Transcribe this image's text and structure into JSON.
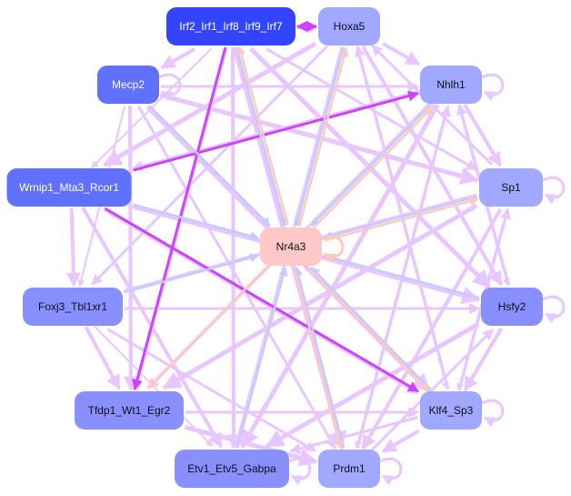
{
  "nodes": [
    {
      "id": "Irf2_Irf1_Irf8_Irf9_Irf7",
      "fill": "#3344ff",
      "text": "#ffffff"
    },
    {
      "id": "Hoxa5",
      "fill": "#a0a8ff",
      "text": "#111111"
    },
    {
      "id": "Mecp2",
      "fill": "#6070ff",
      "text": "#ffffff"
    },
    {
      "id": "Nhlh1",
      "fill": "#a0a8ff",
      "text": "#111111"
    },
    {
      "id": "Wrnip1_Mta3_Rcor1",
      "fill": "#6070ff",
      "text": "#ffffff"
    },
    {
      "id": "Sp1",
      "fill": "#a0a8ff",
      "text": "#111111"
    },
    {
      "id": "Nr4a3",
      "fill": "#ffc8c8",
      "text": "#111111"
    },
    {
      "id": "Foxj3_Tbl1xr1",
      "fill": "#8890ff",
      "text": "#111111"
    },
    {
      "id": "Hsfy2",
      "fill": "#8890ff",
      "text": "#111111"
    },
    {
      "id": "Tfdp1_Wt1_Egr2",
      "fill": "#8890ff",
      "text": "#111111"
    },
    {
      "id": "Klf4_Sp3",
      "fill": "#a0a8ff",
      "text": "#111111"
    },
    {
      "id": "Etv1_Etv5_Gabpa",
      "fill": "#8890ff",
      "text": "#111111"
    },
    {
      "id": "Prdm1",
      "fill": "#a0a8ff",
      "text": "#111111"
    }
  ],
  "edge_colors": {
    "default": "#e8c6ff",
    "strong": "#cc44ff",
    "blue": "#c4ccff",
    "salmon": "#ffcabc"
  },
  "special_edges": [
    [
      "Irf2_Irf1_Irf8_Irf9_Irf7",
      "Hoxa5",
      "strong"
    ],
    [
      "Hoxa5",
      "Irf2_Irf1_Irf8_Irf9_Irf7",
      "strong"
    ],
    [
      "Wrnip1_Mta3_Rcor1",
      "Nhlh1",
      "strong"
    ],
    [
      "Irf2_Irf1_Irf8_Irf9_Irf7",
      "Tfdp1_Wt1_Egr2",
      "strong"
    ],
    [
      "Wrnip1_Mta3_Rcor1",
      "Klf4_Sp3",
      "strong"
    ],
    [
      "Mecp2",
      "Nr4a3",
      "blue"
    ],
    [
      "Wrnip1_Mta3_Rcor1",
      "Nr4a3",
      "blue"
    ],
    [
      "Foxj3_Tbl1xr1",
      "Nr4a3",
      "blue"
    ],
    [
      "Hsfy2",
      "Nr4a3",
      "blue"
    ],
    [
      "Sp1",
      "Nr4a3",
      "blue"
    ],
    [
      "Nhlh1",
      "Nr4a3",
      "blue"
    ],
    [
      "Hoxa5",
      "Nr4a3",
      "blue"
    ],
    [
      "Etv1_Etv5_Gabpa",
      "Nr4a3",
      "blue"
    ],
    [
      "Klf4_Sp3",
      "Nr4a3",
      "blue"
    ],
    [
      "Prdm1",
      "Nr4a3",
      "blue"
    ],
    [
      "Irf2_Irf1_Irf8_Irf9_Irf7",
      "Nr4a3",
      "blue"
    ],
    [
      "Nr4a3",
      "Irf2_Irf1_Irf8_Irf9_Irf7",
      "salmon"
    ],
    [
      "Nr4a3",
      "Hoxa5",
      "salmon"
    ],
    [
      "Nr4a3",
      "Tfdp1_Wt1_Egr2",
      "salmon"
    ],
    [
      "Nr4a3",
      "Klf4_Sp3",
      "salmon"
    ],
    [
      "Nr4a3",
      "Prdm1",
      "salmon"
    ],
    [
      "Nr4a3",
      "Sp1",
      "salmon"
    ],
    [
      "Nr4a3",
      "Nhlh1",
      "salmon"
    ],
    [
      "Nr4a3",
      "Nr4a3",
      "salmon"
    ]
  ],
  "self_loops": [
    "Nhlh1",
    "Sp1",
    "Hsfy2",
    "Klf4_Sp3",
    "Prdm1",
    "Mecp2",
    "Etv1_Etv5_Gabpa"
  ]
}
